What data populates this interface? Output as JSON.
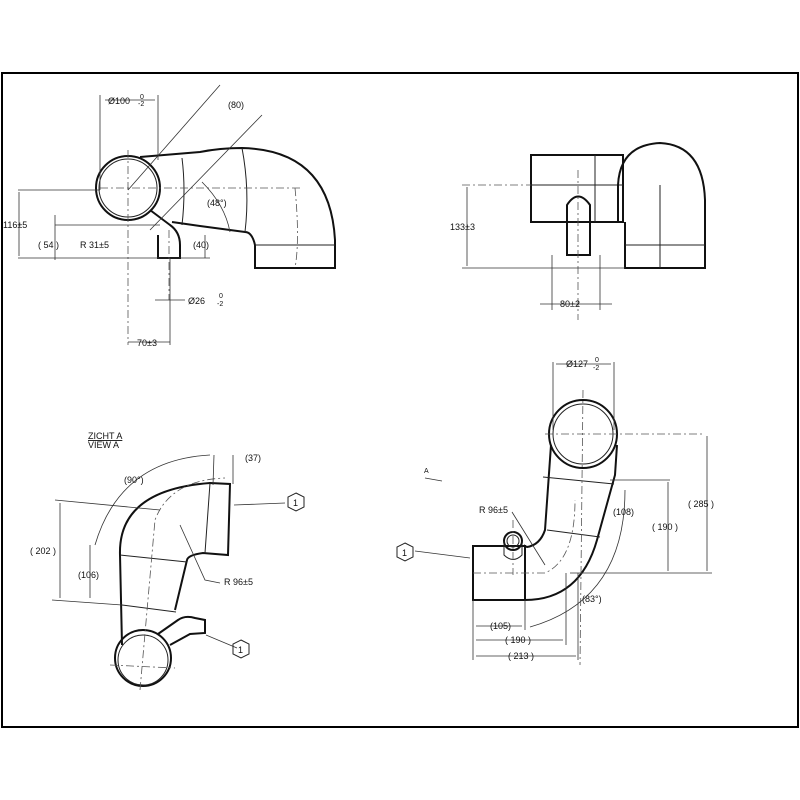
{
  "view_top_left": {
    "dia_main": "Ø100",
    "dia_main_tol_upper": "0",
    "dia_main_tol_lower": "-2",
    "len_80": "(80)",
    "angle_48": "(48°)",
    "height_116": "116±5",
    "height_54": "( 54 )",
    "radius_31": "R 31±5",
    "height_40": "(40)",
    "dia_small": "Ø26",
    "dia_small_tol_upper": "0",
    "dia_small_tol_lower": "-2",
    "width_70": "70±3"
  },
  "view_top_right": {
    "height_133": "133±3",
    "width_80": "80±2"
  },
  "view_bottom_left": {
    "title_de": "ZICHT A",
    "title_en": "VIEW A",
    "angle_90": "(90°)",
    "len_37": "(37)",
    "height_202": "( 202 )",
    "len_106": "(106)",
    "radius_96": "R 96±5",
    "callout_1a": "1",
    "callout_1b": "1"
  },
  "view_bottom_right": {
    "dia_127": "Ø127",
    "dia_127_tol_upper": "0",
    "dia_127_tol_lower": "-2",
    "view_arrow_label": "A",
    "radius_96": "R 96±5",
    "len_108": "(108)",
    "height_190": "( 190 )",
    "height_285": "( 285 )",
    "angle_83": "(83°)",
    "width_105": "(105)",
    "width_190": "( 190 )",
    "width_213": "( 213 )",
    "callout_1": "1"
  }
}
